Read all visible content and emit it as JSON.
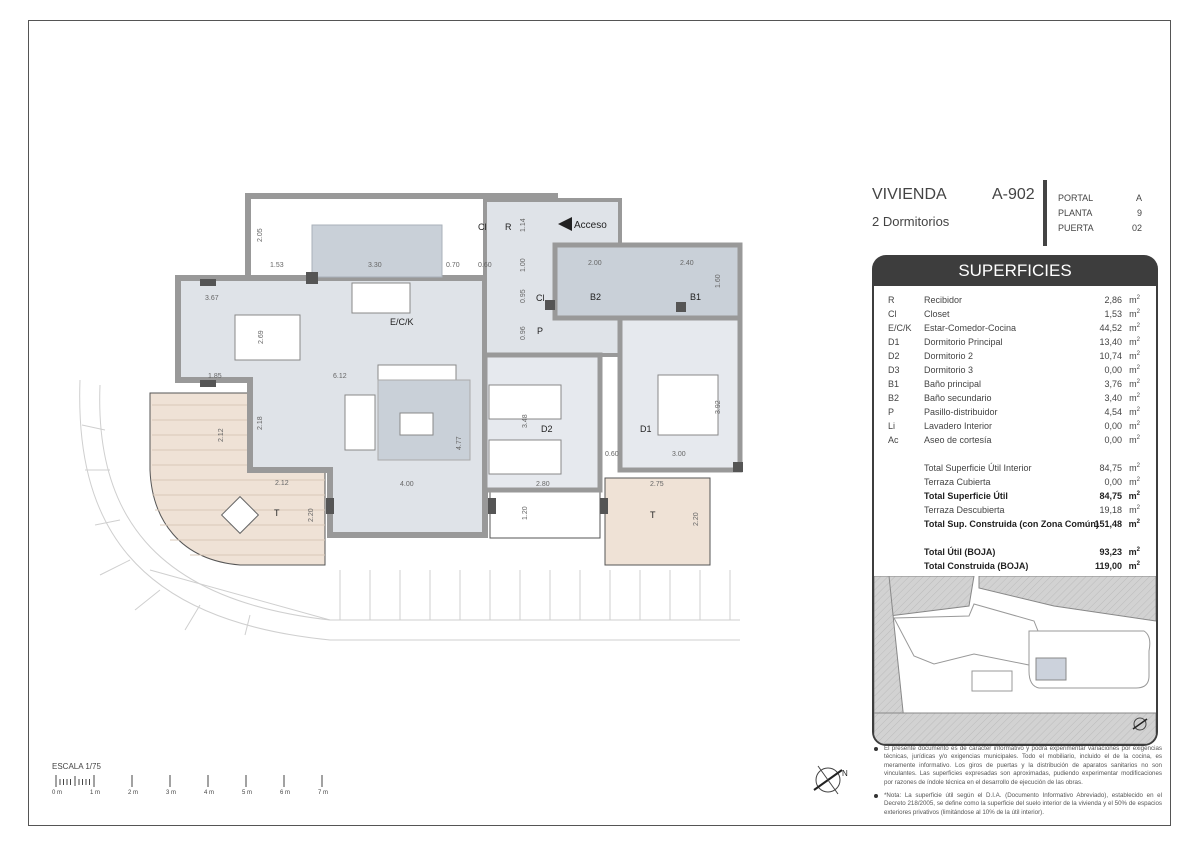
{
  "unit": {
    "type": "VIVIENDA",
    "code": "A-902",
    "bedrooms": "2 Dormitorios",
    "portal_label": "PORTAL",
    "portal": "A",
    "planta_label": "PLANTA",
    "planta": "9",
    "puerta_label": "PUERTA",
    "puerta": "02"
  },
  "surfaces": {
    "title": "SUPERFICIES",
    "unit": "m",
    "unit_exp": "2",
    "rooms": [
      {
        "code": "R",
        "name": "Recibidor",
        "value": "2,86"
      },
      {
        "code": "Cl",
        "name": "Closet",
        "value": "1,53"
      },
      {
        "code": "E/C/K",
        "name": "Estar-Comedor-Cocina",
        "value": "44,52"
      },
      {
        "code": "D1",
        "name": "Dormitorio Principal",
        "value": "13,40"
      },
      {
        "code": "D2",
        "name": "Dormitorio 2",
        "value": "10,74"
      },
      {
        "code": "D3",
        "name": "Dormitorio 3",
        "value": "0,00"
      },
      {
        "code": "B1",
        "name": "Baño principal",
        "value": "3,76"
      },
      {
        "code": "B2",
        "name": "Baño secundario",
        "value": "3,40"
      },
      {
        "code": "P",
        "name": "Pasillo-distribuidor",
        "value": "4,54"
      },
      {
        "code": "Li",
        "name": "Lavadero Interior",
        "value": "0,00"
      },
      {
        "code": "Ac",
        "name": "Aseo de cortesía",
        "value": "0,00"
      }
    ],
    "totals": [
      {
        "name": "Total Superficie Útil Interior",
        "value": "84,75"
      },
      {
        "name": "Terraza Cubierta",
        "value": "0,00"
      },
      {
        "name": "Total Superficie Útil",
        "value": "84,75"
      },
      {
        "name": "Terraza Descubierta",
        "value": "19,18"
      },
      {
        "name": "Total Sup. Construida (con Zona Común)",
        "value": "151,48"
      },
      {
        "name": "Total Útil (BOJA)",
        "value": "93,23"
      },
      {
        "name": "Total Construida (BOJA)",
        "value": "119,00"
      }
    ]
  },
  "notes": [
    "El presente documento es de carácter informativo y podrá experimentar variaciones por exigencias técnicas, jurídicas y/o exigencias municipales. Todo el mobiliario, incluido el de la cocina, es meramente informativo. Los giros de puertas y la distribución de aparatos sanitarios no son vinculantes. Las superficies expresadas son aproximadas, pudiendo experimentar modificaciones por razones de índole técnica en el desarrollo de ejecución de las obras.",
    "*Nota: La superficie útil según el D.I.A. (Documento Informativo Abreviado), establecido en el Decreto 218/2005, se define como la superficie del suelo interior de la vivienda y el 50% de espacios exteriores privativos (limitándose al 10% de la útil interior)."
  ],
  "scale": {
    "label": "ESCALA 1/75",
    "ticks": [
      "0 m",
      "1 m",
      "2 m",
      "3 m",
      "4 m",
      "5 m",
      "6 m",
      "7 m"
    ]
  },
  "plan": {
    "access": "Acceso",
    "north": "N",
    "rooms": {
      "ecк": "E/C/K",
      "cl1": "Cl",
      "r": "R",
      "cl2": "Cl",
      "b2": "B2",
      "b1": "B1",
      "p": "P",
      "d1": "D1",
      "d2": "D2",
      "t1": "T",
      "t2": "T"
    },
    "dimensions": [
      "2.05",
      "1.53",
      "3.30",
      "0.70",
      "0.60",
      "1.14",
      "1.00",
      "0.95",
      "0.96",
      "3.67",
      "2.69",
      "1.85",
      "6.12",
      "2.18",
      "2.12",
      "2.12",
      "2.20",
      "4.00",
      "4.77",
      "3.48",
      "2.80",
      "1.20",
      "2.00",
      "2.40",
      "1.60",
      "3.92",
      "0.60",
      "3.00",
      "2.75",
      "2.20"
    ]
  },
  "colors": {
    "floor": "#dfe3e8",
    "terrace": "#efe2d6",
    "wall": "#b8b8b8",
    "dark": "#3d3d3d"
  }
}
